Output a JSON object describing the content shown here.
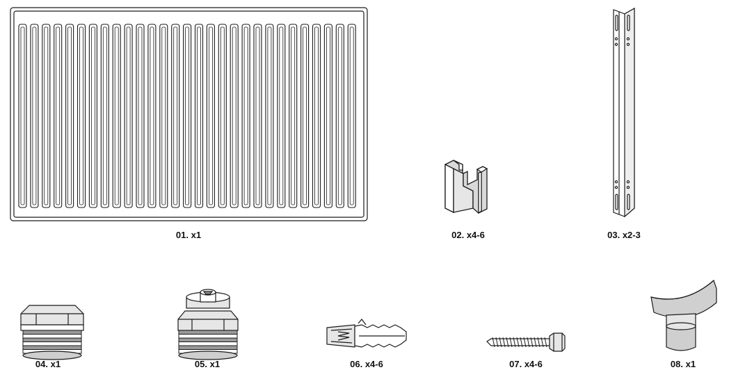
{
  "parts": [
    {
      "id": "radiator-panel",
      "label": "01. x1"
    },
    {
      "id": "spacer-clip",
      "label": "02. x4-6"
    },
    {
      "id": "wall-bracket",
      "label": "03. x2-3"
    },
    {
      "id": "blind-plug",
      "label": "04. x1"
    },
    {
      "id": "air-vent-plug",
      "label": "05. x1"
    },
    {
      "id": "wall-plug",
      "label": "06. x4-6"
    },
    {
      "id": "screw",
      "label": "07. x4-6"
    },
    {
      "id": "vent-key",
      "label": "08. x1"
    }
  ],
  "colors": {
    "stroke": "#1a1a1a",
    "fill": "#ffffff",
    "shade": "#d9d9d9",
    "dark": "#8c8c8c"
  }
}
